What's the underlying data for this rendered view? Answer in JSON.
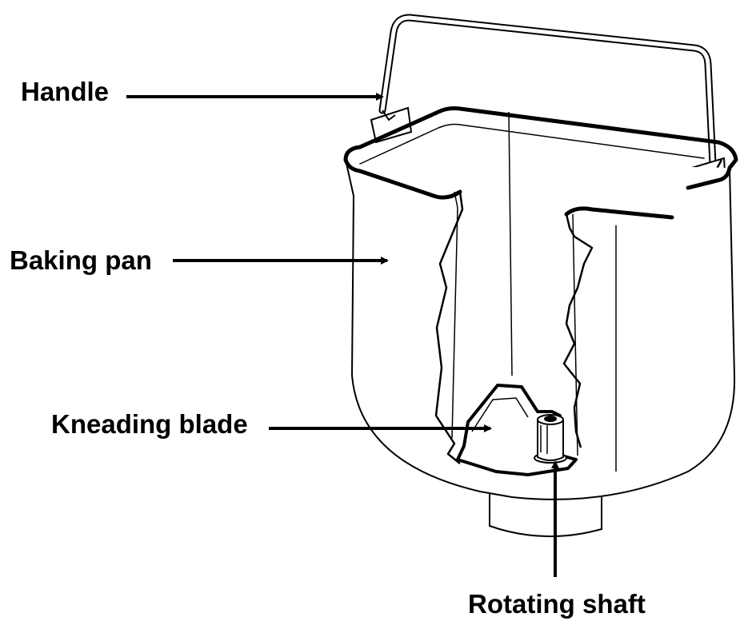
{
  "labels": {
    "handle": "Handle",
    "baking_pan": "Baking pan",
    "kneading_blade": "Kneading blade",
    "rotating_shaft": "Rotating shaft"
  },
  "colors": {
    "line": "#000000",
    "background": "#ffffff"
  }
}
